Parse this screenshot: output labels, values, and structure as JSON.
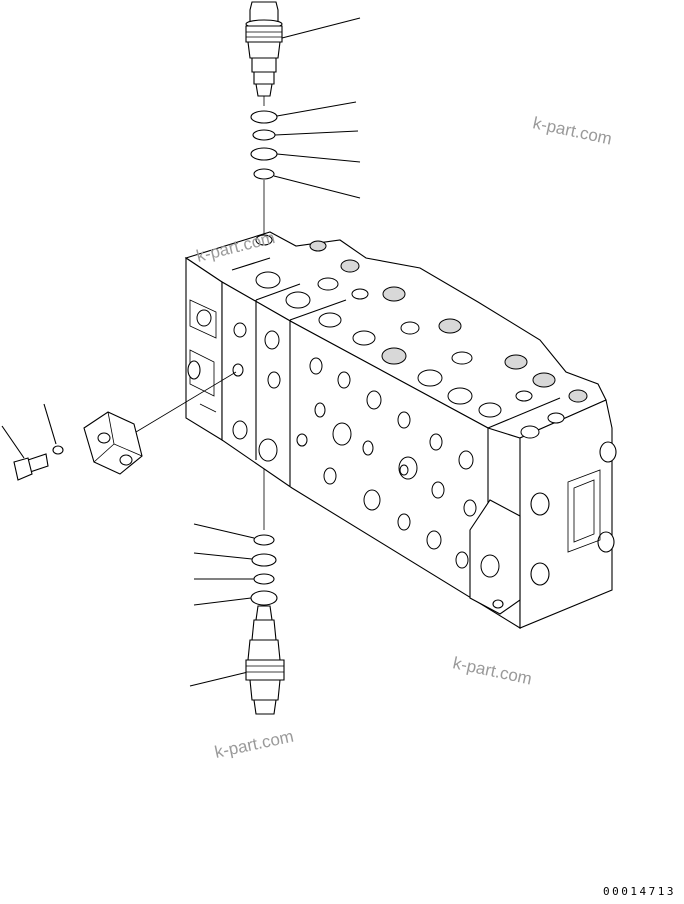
{
  "watermarks": [
    "k-part.com",
    "k-part.com",
    "k-part.com",
    "k-part.com"
  ],
  "drawing_number": "00014713"
}
